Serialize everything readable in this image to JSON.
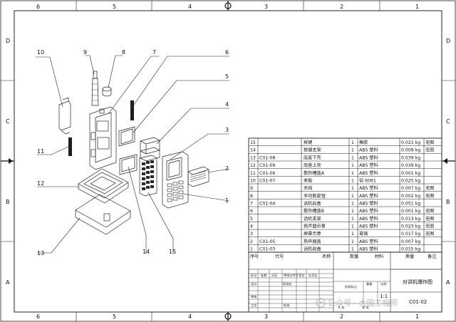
{
  "border": {
    "top_columns": [
      "6",
      "5",
      "4",
      "3",
      "2",
      "1"
    ],
    "bottom_columns": [
      "6",
      "5",
      "4",
      "3",
      "2",
      "1"
    ],
    "rows": [
      "D",
      "C",
      "B",
      "A"
    ]
  },
  "callouts": [
    "1",
    "2",
    "3",
    "4",
    "5",
    "6",
    "7",
    "8",
    "9",
    "10",
    "11",
    "12",
    "13",
    "14",
    "15"
  ],
  "bom": {
    "rows": [
      {
        "no": "15",
        "code": "",
        "name": "按键",
        "qty": "1",
        "material": "橡胶",
        "mass": "0.021 kg",
        "note": "无图"
      },
      {
        "no": "14",
        "code": "",
        "name": "按键支架",
        "qty": "1",
        "material": "ABS 塑料",
        "mass": "0.009 kg",
        "note": "无图"
      },
      {
        "no": "13",
        "code": "C01-08",
        "name": "底座下壳",
        "qty": "1",
        "material": "ABS 塑料",
        "mass": "0.039 kg",
        "note": ""
      },
      {
        "no": "12",
        "code": "C01-09",
        "name": "底座上壳",
        "qty": "1",
        "material": "ABS 塑料",
        "mass": "0.039 kg",
        "note": ""
      },
      {
        "no": "11",
        "code": "C01-06",
        "name": "散热槽盖A",
        "qty": "1",
        "material": "ABS 塑料",
        "mass": "0.001 kg",
        "note": ""
      },
      {
        "no": "10",
        "code": "C01-07",
        "name": "夹板",
        "qty": "1",
        "material": "铝 6061",
        "mass": "0.025 kg",
        "note": ""
      },
      {
        "no": "9",
        "code": "",
        "name": "天线",
        "qty": "1",
        "material": "ABS 塑料",
        "mass": "0.007 kg",
        "note": "无图"
      },
      {
        "no": "8",
        "code": "",
        "name": "多功能旋钮",
        "qty": "1",
        "material": "ABS 塑料",
        "mass": "0.002 kg",
        "note": "无图"
      },
      {
        "no": "7",
        "code": "C01-04",
        "name": "话机后盖",
        "qty": "1",
        "material": "ABS 塑料",
        "mass": "0.051 kg",
        "note": ""
      },
      {
        "no": "6",
        "code": "",
        "name": "散热槽盖B",
        "qty": "1",
        "material": "ABS 塑料",
        "mass": "0.001 kg",
        "note": "无图"
      },
      {
        "no": "5",
        "code": "",
        "name": "话机支架",
        "qty": "1",
        "material": "ABS 塑料",
        "mass": "0.013 kg",
        "note": "无图"
      },
      {
        "no": "4",
        "code": "",
        "name": "扬声器示意",
        "qty": "1",
        "material": "ABS 塑料",
        "mass": "0.023 kg",
        "note": "无图"
      },
      {
        "no": "3",
        "code": "",
        "name": "屏幕示意",
        "qty": "1",
        "material": "玻璃",
        "mass": "0.017 kg",
        "note": "无图"
      },
      {
        "no": "2",
        "code": "C01-05",
        "name": "扬声器盖",
        "qty": "1",
        "material": "ABS 塑料",
        "mass": "0.007 kg",
        "note": ""
      },
      {
        "no": "1",
        "code": "C01-03",
        "name": "话机前盖",
        "qty": "1",
        "material": "ABS 塑料",
        "mass": "0.015 kg",
        "note": ""
      }
    ],
    "header": {
      "no": "序号",
      "code": "代号",
      "name": "名称",
      "qty": "数量",
      "material": "材料",
      "mass": "质量",
      "note": "备注"
    }
  },
  "title_block": {
    "drawing_title": "对讲机爆炸图",
    "drawing_number": "C01-02",
    "scale": "1:1",
    "scale_label": "比例",
    "weight_label": "重量",
    "stage_label": "阶段标记",
    "label_mark": "标记",
    "label_count": "处数",
    "label_zone": "分区",
    "label_doc": "更改文件号",
    "label_sign": "签名",
    "label_date": "年月日",
    "label_design": "设计",
    "label_std": "标准化",
    "label_check": "审核",
    "label_craft": "工艺",
    "label_approve": "批准",
    "label_sheet_total": "共 张",
    "label_sheet_no": "第 张"
  },
  "watermark": "公众号 · 大国工程师"
}
